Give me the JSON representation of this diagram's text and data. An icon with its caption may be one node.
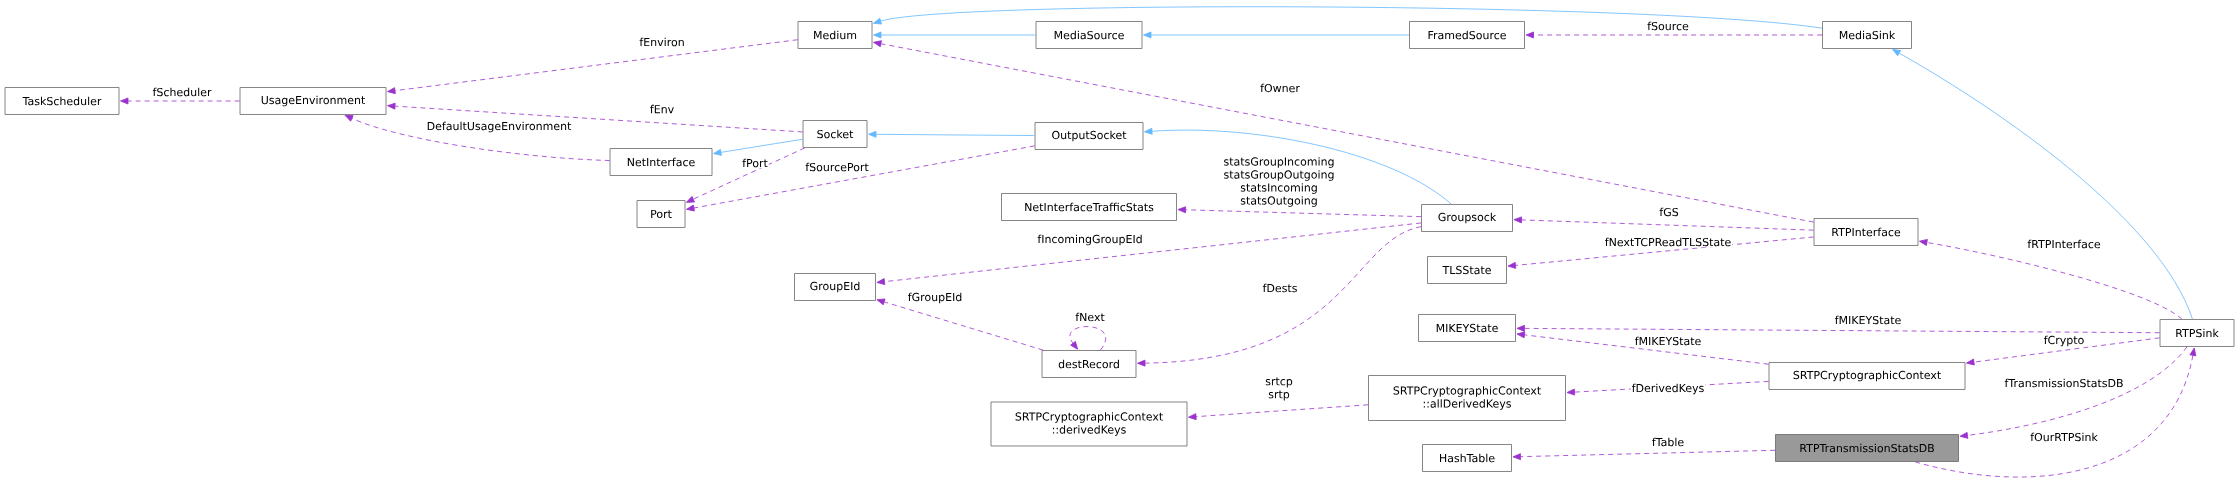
{
  "diagram": {
    "nodes": [
      {
        "text": [
          "TaskScheduler"
        ]
      },
      {
        "text": [
          "UsageEnvironment"
        ]
      },
      {
        "text": [
          "Medium"
        ]
      },
      {
        "text": [
          "MediaSource"
        ]
      },
      {
        "text": [
          "FramedSource"
        ]
      },
      {
        "text": [
          "MediaSink"
        ]
      },
      {
        "text": [
          "Socket"
        ]
      },
      {
        "text": [
          "NetInterface"
        ]
      },
      {
        "text": [
          "OutputSocket"
        ]
      },
      {
        "text": [
          "Port"
        ]
      },
      {
        "text": [
          "NetInterfaceTrafficStats"
        ]
      },
      {
        "text": [
          "Groupsock"
        ]
      },
      {
        "text": [
          "RTPInterface"
        ]
      },
      {
        "text": [
          "TLSState"
        ]
      },
      {
        "text": [
          "GroupEId"
        ]
      },
      {
        "text": [
          "MIKEYState"
        ]
      },
      {
        "text": [
          "RTPSink"
        ]
      },
      {
        "text": [
          "destRecord"
        ]
      },
      {
        "text": [
          "SRTPCryptographicContext"
        ]
      },
      {
        "text": [
          "SRTPCryptographicContext ::allDerivedKeys"
        ]
      },
      {
        "text": [
          "SRTPCryptographicContext ::derivedKeys"
        ]
      },
      {
        "text": [
          "HashTable"
        ]
      },
      {
        "text": [
          "RTPTransmissionStatsDB"
        ]
      }
    ],
    "edges": [
      {
        "from": 3,
        "to": 2,
        "arrow": "to",
        "color": "#63b8ff"
      },
      {
        "from": 4,
        "to": 3,
        "arrow": "to",
        "color": "#63b8ff"
      },
      {
        "from": 5,
        "to": 2,
        "arrow": "to",
        "color": "#63b8ff"
      },
      {
        "from": 6,
        "to": 7,
        "arrow": "to",
        "color": "#63b8ff"
      },
      {
        "from": 8,
        "to": 6,
        "arrow": "to",
        "color": "#63b8ff"
      },
      {
        "from": 11,
        "to": 8,
        "arrow": "to",
        "color": "#63b8ff"
      },
      {
        "from": 16,
        "to": 5,
        "arrow": "to",
        "color": "#63b8ff"
      },
      {
        "from": 1,
        "to": 0,
        "arrow": "to",
        "style": "dashed",
        "label": "fScheduler"
      },
      {
        "from": 2,
        "to": 1,
        "arrow": "to",
        "style": "dashed",
        "label": "fEnviron"
      },
      {
        "from": 6,
        "to": 1,
        "arrow": "to",
        "style": "dashed",
        "label": "fEnv"
      },
      {
        "from": 7,
        "to": 1,
        "arrow": "to",
        "style": "dashed",
        "label": "DefaultUsageEnvironment"
      },
      {
        "from": 6,
        "to": 9,
        "arrow": "to",
        "style": "dashed",
        "label": "fPort"
      },
      {
        "from": 8,
        "to": 9,
        "arrow": "to",
        "style": "dashed",
        "label": "fSourcePort"
      },
      {
        "from": 5,
        "to": 4,
        "arrow": "to",
        "style": "dashed",
        "label": "fSource"
      },
      {
        "from": 12,
        "to": 2,
        "arrow": "to",
        "style": "dashed",
        "label": "fOwner"
      },
      {
        "from": 11,
        "to": 10,
        "arrow": "to",
        "style": "dashed",
        "label": "statsGroupIncoming statsGroupOutgoing statsIncoming statsOutgoing"
      },
      {
        "from": 11,
        "to": 14,
        "arrow": "to",
        "style": "dashed",
        "label": "fIncomingGroupEId"
      },
      {
        "from": 11,
        "to": 17,
        "arrow": "to",
        "style": "dashed",
        "label": "fDests"
      },
      {
        "from": 17,
        "to": 14,
        "arrow": "to",
        "style": "dashed",
        "label": "fGroupEId"
      },
      {
        "from": 17,
        "to": 17,
        "arrow": "to",
        "style": "dashed",
        "label": "fNext"
      },
      {
        "from": 12,
        "to": 11,
        "arrow": "to",
        "style": "dashed",
        "label": "fGS"
      },
      {
        "from": 12,
        "to": 13,
        "arrow": "to",
        "style": "dashed",
        "label": "fNextTCPReadTLSState"
      },
      {
        "from": 16,
        "to": 12,
        "arrow": "to",
        "style": "dashed",
        "label": "fRTPInterface"
      },
      {
        "from": 16,
        "to": 15,
        "arrow": "to",
        "style": "dashed",
        "label": "fMIKEYState"
      },
      {
        "from": 18,
        "to": 15,
        "arrow": "to",
        "style": "dashed",
        "label": "fMIKEYState"
      },
      {
        "from": 16,
        "to": 18,
        "arrow": "to",
        "style": "dashed",
        "label": "fCrypto"
      },
      {
        "from": 18,
        "to": 19,
        "arrow": "to",
        "style": "dashed",
        "label": "fDerivedKeys"
      },
      {
        "from": 19,
        "to": 20,
        "arrow": "to",
        "style": "dashed",
        "label": "srtcp srtp"
      },
      {
        "from": 16,
        "to": 22,
        "arrow": "to",
        "style": "dashed",
        "label": "fTransmissionStatsDB"
      },
      {
        "from": 22,
        "to": 16,
        "arrow": "to",
        "style": "dashed",
        "label": "fOurRTPSink"
      },
      {
        "from": 22,
        "to": 21,
        "arrow": "to",
        "style": "dashed",
        "label": "fTable"
      }
    ]
  }
}
